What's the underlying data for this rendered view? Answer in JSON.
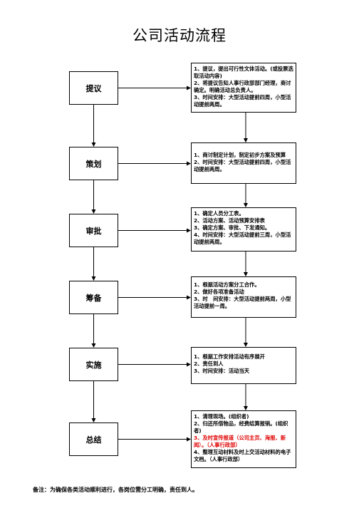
{
  "title": "公司活动流程",
  "stages": [
    {
      "label": "提议"
    },
    {
      "label": "策划"
    },
    {
      "label": "审批"
    },
    {
      "label": "筹备"
    },
    {
      "label": "实施"
    },
    {
      "label": "总结"
    }
  ],
  "details": [
    {
      "lines": [
        {
          "text": "1、提议，提出可行性文体活动。(或投票选取活动内容)"
        },
        {
          "text": "2、将提议告知人事行政部部门经理，商讨确定。明确活动总负责人。"
        },
        {
          "text": "3、时间安排：大型活动提前四周，小型活动提前两周。"
        }
      ]
    },
    {
      "lines": [
        {
          "text": "1、商讨制定计划，制定初步方案及预算"
        },
        {
          "text": "2、时间安排：大型活动提前四周，小型活动提前两周。"
        }
      ]
    },
    {
      "lines": [
        {
          "text": "1、确定人员分工表。"
        },
        {
          "text": "2、活动方案、活动预算安排表"
        },
        {
          "text": "3、确定方案、审批、下发通知。"
        },
        {
          "text": "4、时间安排：大型活动提前三周，小型活动提前两周。"
        }
      ]
    },
    {
      "lines": [
        {
          "text": "1、根据活动方案分工合作。"
        },
        {
          "text": "2、做好各项准备活动"
        },
        {
          "text": "3、时　间安排：大型活动提前两周，小型活动提前一周。"
        }
      ]
    },
    {
      "lines": [
        {
          "text": "1、根据工作安排活动有序展开"
        },
        {
          "text": "2、责任到人"
        },
        {
          "text": "3、时间安排：活动当天"
        }
      ]
    },
    {
      "lines": [
        {
          "text": "1、清理现场。(组织者)"
        },
        {
          "text": "2、归还所借物品，经费结算报销。(组织者)"
        },
        {
          "text": "3、及时宣传报道（公司主页、海报、新闻）。（人事行政部）",
          "highlight": true
        },
        {
          "text": "4、整理互动材料及时上交活动材料的电子文档。（人事行政部）"
        }
      ]
    }
  ],
  "footnote": "备注：为确保各类活动顺利进行，各岗位需分工明确，责任到人。",
  "colors": {
    "highlight": "#e00000",
    "line": "#000000"
  }
}
